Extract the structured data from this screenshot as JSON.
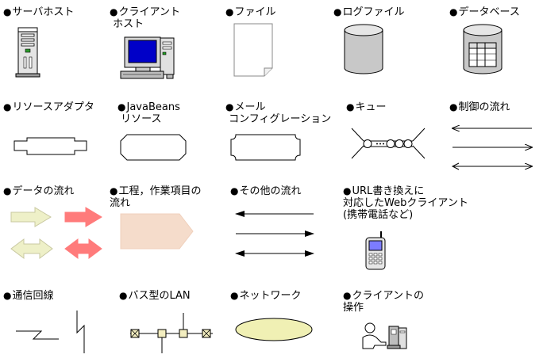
{
  "legend": {
    "server_host": "サーバホスト",
    "client_host": "クライアント\n ホスト",
    "file": "ファイル",
    "log_file": "ログファイル",
    "database": "データベース",
    "resource_adapter": "リソースアダプタ",
    "javabeans_resource": "JavaBeans\n リソース",
    "mail_configuration": "メール\n コンフィグレーション",
    "queue": "キュー",
    "control_flow": "制御の流れ",
    "data_flow": "データの流れ",
    "process_flow": "工程，作業項目の\n流れ",
    "other_flow": "その他の流れ",
    "url_rewrite": "URL書き換えに\n対応したWebクライアント\n(携帯電話など)",
    "comm_line": "通信回線",
    "bus_lan": "バス型のLAN",
    "network": "ネットワーク",
    "client_operation": "クライアントの\n操作"
  },
  "colors": {
    "cylinder": "#c8c8c8",
    "data_arrow": "#eef0c8",
    "data_arrow_red": "#ff7b7b",
    "process_box": "#f5dccb",
    "network_ellipse": "#f0f0b4",
    "lan_node": "#f3eec0"
  }
}
